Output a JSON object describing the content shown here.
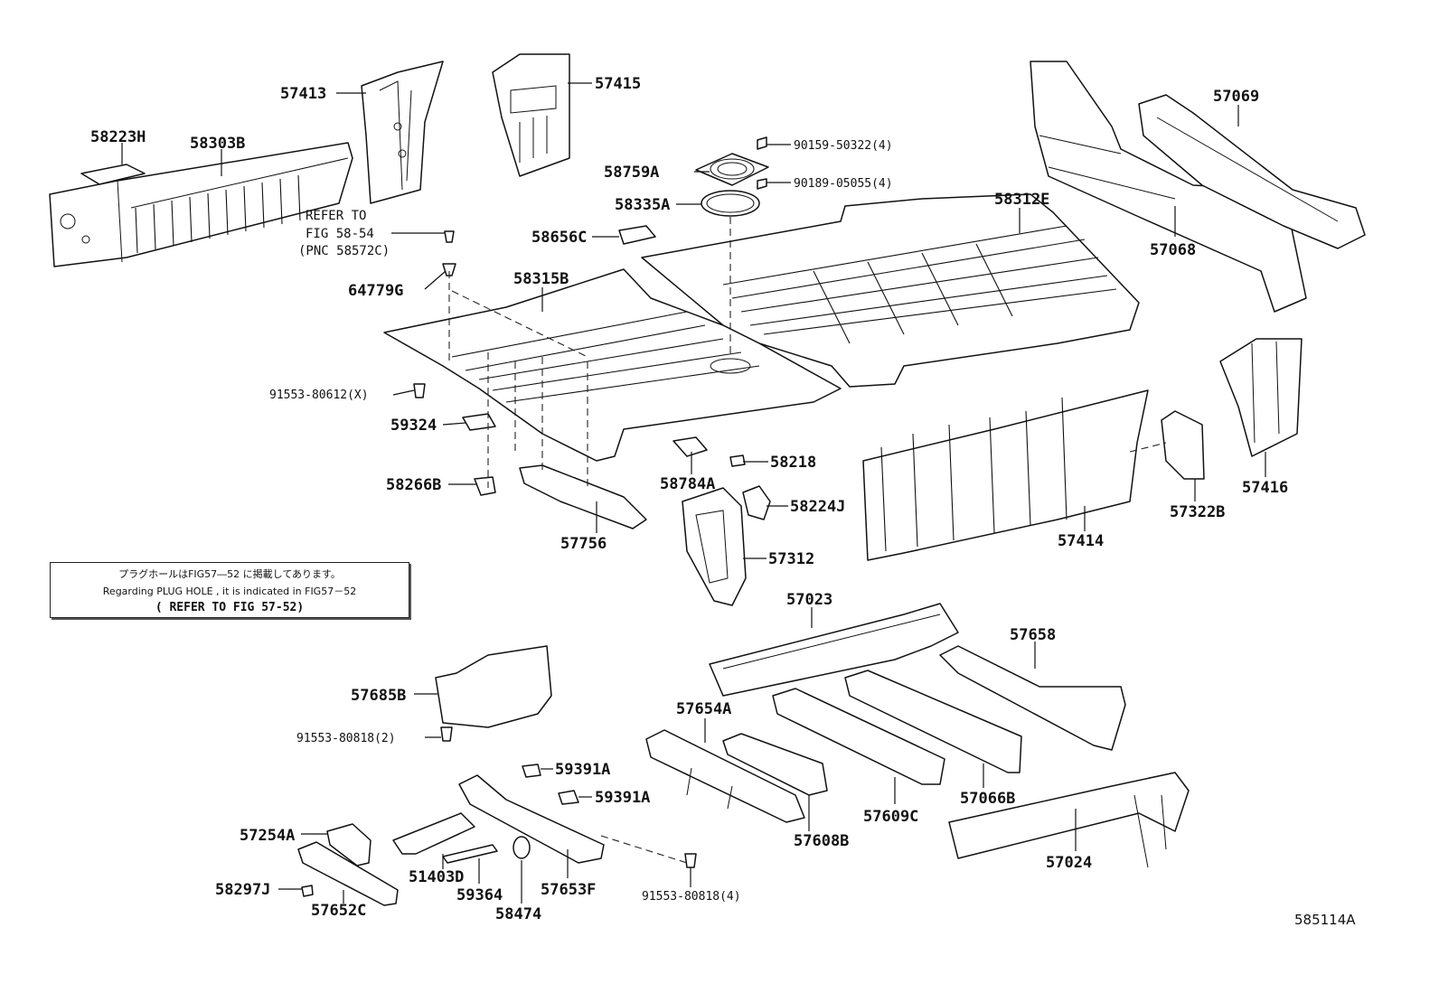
{
  "labels": {
    "p58223H": "58223H",
    "p58303B": "58303B",
    "p57413": "57413",
    "p57415": "57415",
    "p90159": "90159-50322(4)",
    "p58759A": "58759A",
    "p90189": "90189-05055(4)",
    "p58335A": "58335A",
    "p58312E": "58312E",
    "p57069": "57069",
    "p57068": "57068",
    "p58656C": "58656C",
    "p64779G": "64779G",
    "p58315B": "58315B",
    "p91553_80612": "91553-80612(X)",
    "p59324": "59324",
    "p58266B": "58266B",
    "p57756": "57756",
    "p58784A": "58784A",
    "p58218": "58218",
    "p58224J": "58224J",
    "p57312": "57312",
    "p57414": "57414",
    "p57322B": "57322B",
    "p57416": "57416",
    "p57023": "57023",
    "p57658": "57658",
    "p57685B": "57685B",
    "p91553_80818_2": "91553-80818(2)",
    "p57654A": "57654A",
    "p59391A_1": "59391A",
    "p59391A_2": "59391A",
    "p57254A": "57254A",
    "p58297J": "58297J",
    "p57652C": "57652C",
    "p51403D": "51403D",
    "p59364": "59364",
    "p58474": "58474",
    "p57653F": "57653F",
    "p91553_80818_4": "91553-80818(4)",
    "p57608B": "57608B",
    "p57609C": "57609C",
    "p57066B": "57066B",
    "p57024": "57024"
  },
  "refer": {
    "line1": "REFER TO",
    "line2": "FIG 58-54",
    "line3": "(PNC 58572C)"
  },
  "note": {
    "jp": "プラグホールはFIG57―52 に掲載してあります。",
    "en": "Regarding PLUG HOLE , it is indicated in FIG57－52",
    "ref": "( REFER TO FIG 57-52)"
  },
  "diagram_id": "585114A"
}
